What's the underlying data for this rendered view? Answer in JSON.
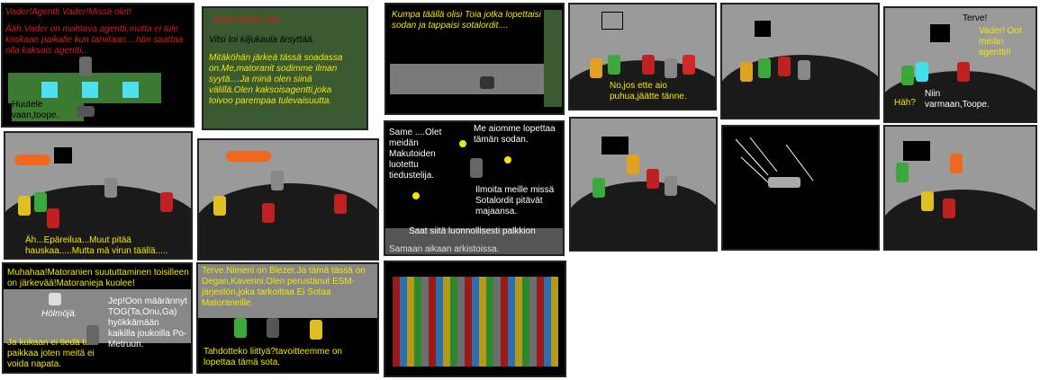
{
  "panels": {
    "p1": {
      "title": "Vader!Agentti Vader!Missä olet!",
      "body": "Ääh.Vader on mahtava agentti,mutta ei tule koskaan paikalle kun tarvitaan....hän saattaa olla kaksois agentti...",
      "caption": "Huutele vaan,toope."
    },
    "p2": {
      "title": "Vader!Missä olet!",
      "line1": "Vitsi toi kiljukaula ärsyttää.",
      "line2": "Mitäköhän järkeä tässä soadassa on.Me,matoranit sodimme ilman syytä....Ja minä olen siinä välillä.Olen kaksoisagentti,joka toivoo parempaa tulevaisuutta."
    },
    "p3": {
      "text": "Kumpa täällä olisi Toia jotka lopettaisi sodan ja tappaisi sotalordit...."
    },
    "p4": {
      "text": "No,jos ette aio puhua,jäätte tänne."
    },
    "p6": {
      "greet": "Terve!",
      "vader": "Vader! Oot meiän agentti!!",
      "hah": "Häh?",
      "niin": "Niin varmaan,Toope."
    },
    "p7": {
      "text": "Äh...Epäreilua...Muut pitää hauskaa.....Mutta mä virun täällä....."
    },
    "p9": {
      "same": "Same ....Olet meidän Makutoiden luotettu tiedustelija.",
      "aiomme": "Me aiomme lopettaa tämän sodan.",
      "ilmoita": "Ilmoita meille missä Sotalordit pitävät majaansa.",
      "palkkio": "Saat siitä luonnollisesti palkkion",
      "samaan": "Samaan aikaan arkistoissa."
    },
    "p13": {
      "muha": "Muhahaa!Matoranien suututtaminen toisilleen on järkevää!Matoranieja kuolee!",
      "holmo": "Hölmöjä.",
      "jep": "Jep!Oon määrännyt TOG(Ta,Onu,Ga) hyökkämään kaikilla joukoilla Po-Metruun.",
      "kukaan": "Ja kukaan ei tiedä tätä paikkaa joten meitä ei voida napata."
    },
    "p14": {
      "terve": "Terve.Nimeni on Blezer.Ja tämä tässä on Degan,Kaverini.Olen perustanut ESM-järjestön,joka tarkoittaa Ei Sotaa Matoraneille.",
      "tahdotteko": "Tahdotteko liittyä?tavoitteemme on lopettaa tämä sota."
    }
  },
  "colors": {
    "panel_green": "#3c5a32",
    "speech_red": "#e01818",
    "speech_yellow": "#f0e800",
    "panel_grey": "#9a9a9a"
  }
}
